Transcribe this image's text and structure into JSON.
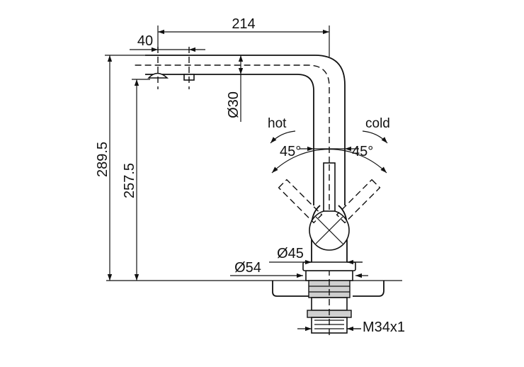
{
  "dimensions": {
    "spout_reach": "214",
    "aerator_offset": "40",
    "total_height": "289.5",
    "outlet_height": "257.5",
    "spout_diameter": "Ø30",
    "body_diameter": "Ø45",
    "base_diameter": "Ø54",
    "thread": "M34x1"
  },
  "lever": {
    "hot_label": "hot",
    "cold_label": "cold",
    "hot_angle": "45°",
    "cold_angle": "45°"
  }
}
